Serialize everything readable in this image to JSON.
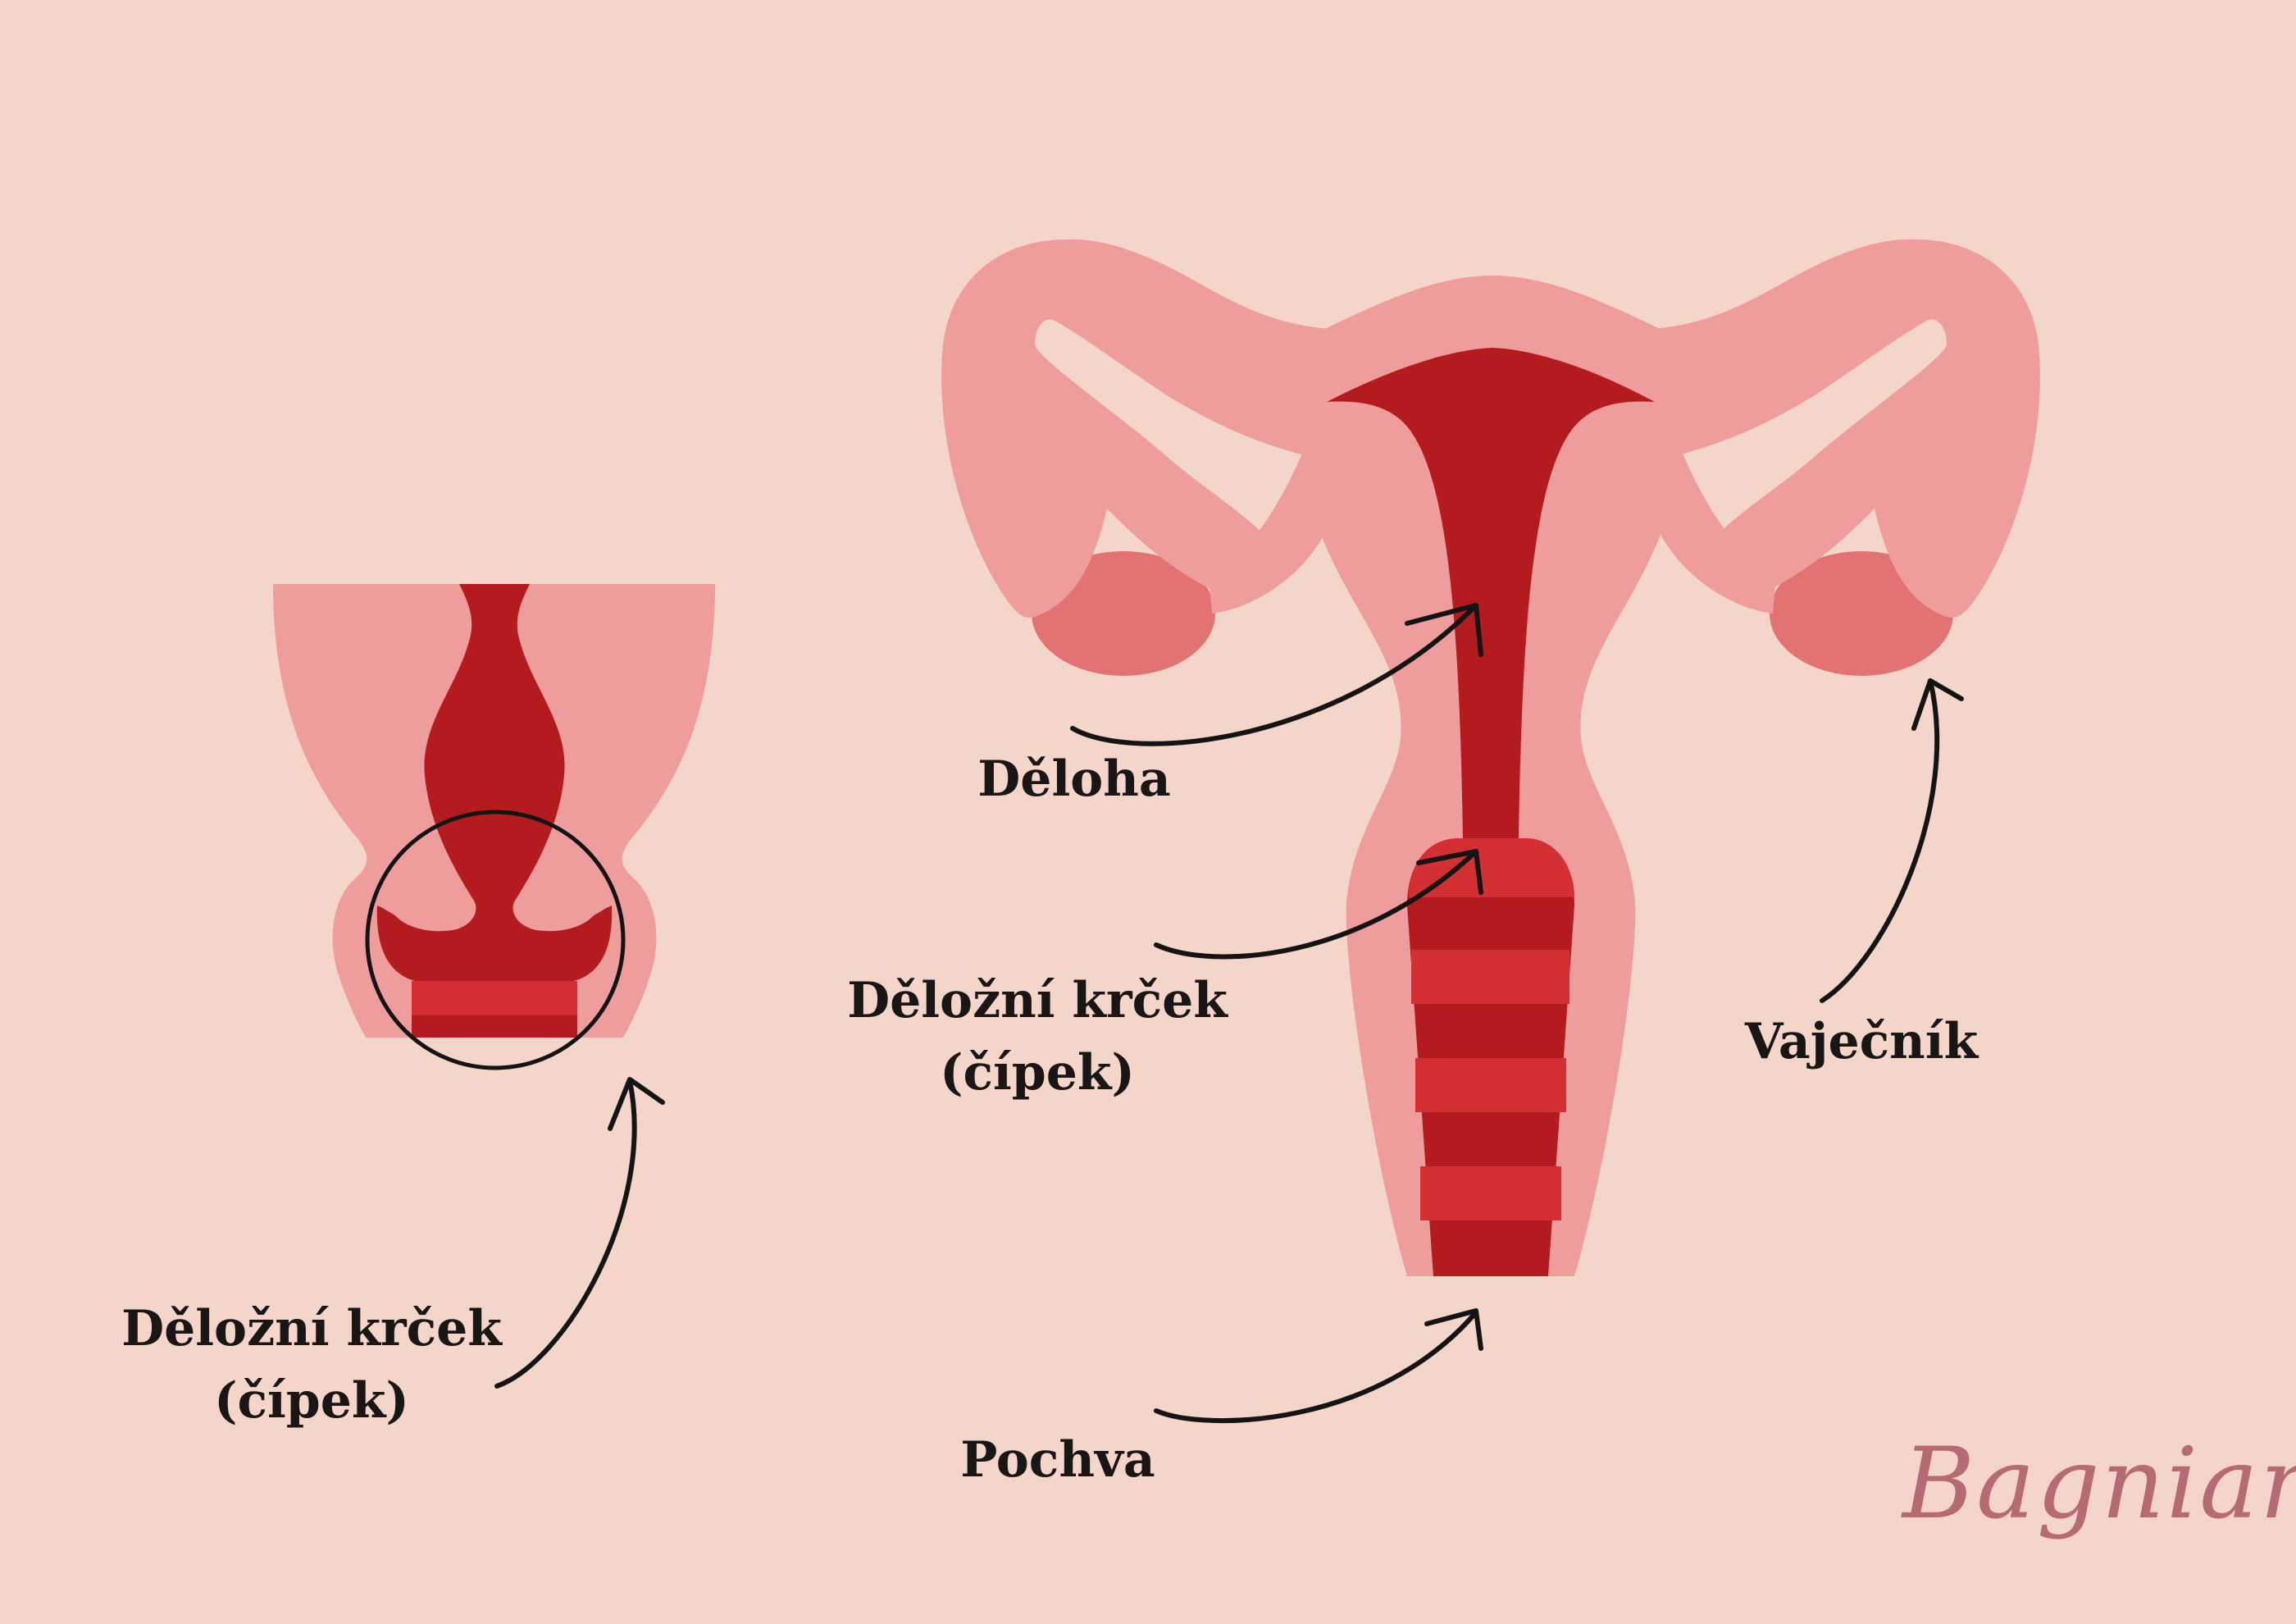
{
  "colors": {
    "background": "#f4d5ca",
    "tissue_light": "#ee9c9c",
    "ovary": "#e37373",
    "inner_dark": "#b41b1e",
    "stripe": "#d42f32",
    "outline": "#141414",
    "brand": "#b66a72"
  },
  "detail": {
    "label_line1": "Děložní krček",
    "label_line2": "(čípek)"
  },
  "labels": {
    "uterus": "Děloha",
    "cervix_line1": "Děložní krček",
    "cervix_line2": "(čípek)",
    "ovary": "Vaječník",
    "vagina": "Pochva"
  },
  "brand": {
    "text": "Bagniari"
  },
  "icons": [
    "arrow-icon",
    "highlight-circle-icon"
  ]
}
